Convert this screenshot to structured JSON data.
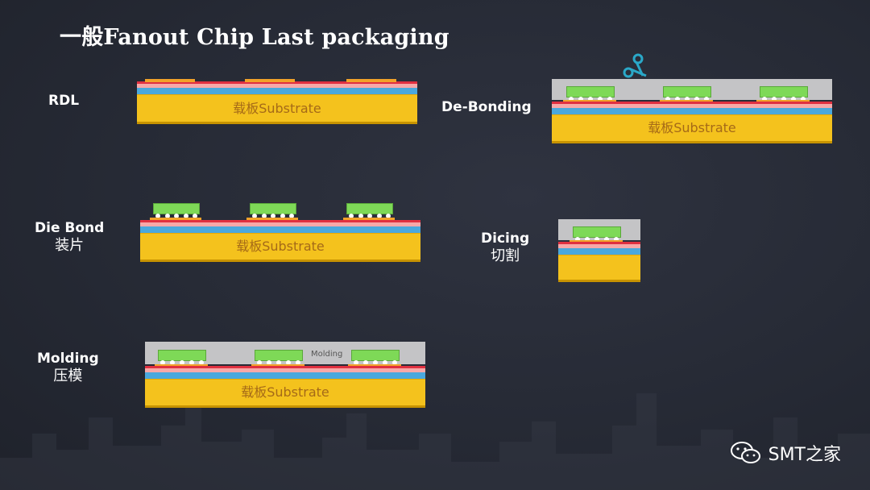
{
  "title": "一般Fanout Chip Last packaging",
  "steps": {
    "rdl": {
      "en": "RDL"
    },
    "die_bond": {
      "en": "Die Bond",
      "cn": "装片"
    },
    "molding": {
      "en": "Molding",
      "cn": "压模"
    },
    "debonding": {
      "en": "De-Bonding"
    },
    "dicing": {
      "en": "Dicing",
      "cn": "切割"
    }
  },
  "substrate_label": "载板Substrate",
  "molding_label": "Molding",
  "brand": "SMT之家",
  "colors": {
    "substrate": "#f4c21d",
    "blue": "#4aa8dd",
    "pink": "#f7a8a8",
    "red": "#e03040",
    "molding": "#c4c4c6",
    "die": "#7ed957",
    "pad": "#f2a22a",
    "scissor": "#2aa8c8"
  },
  "icons": [
    "scissors-icon",
    "wechat-logo-icon"
  ]
}
